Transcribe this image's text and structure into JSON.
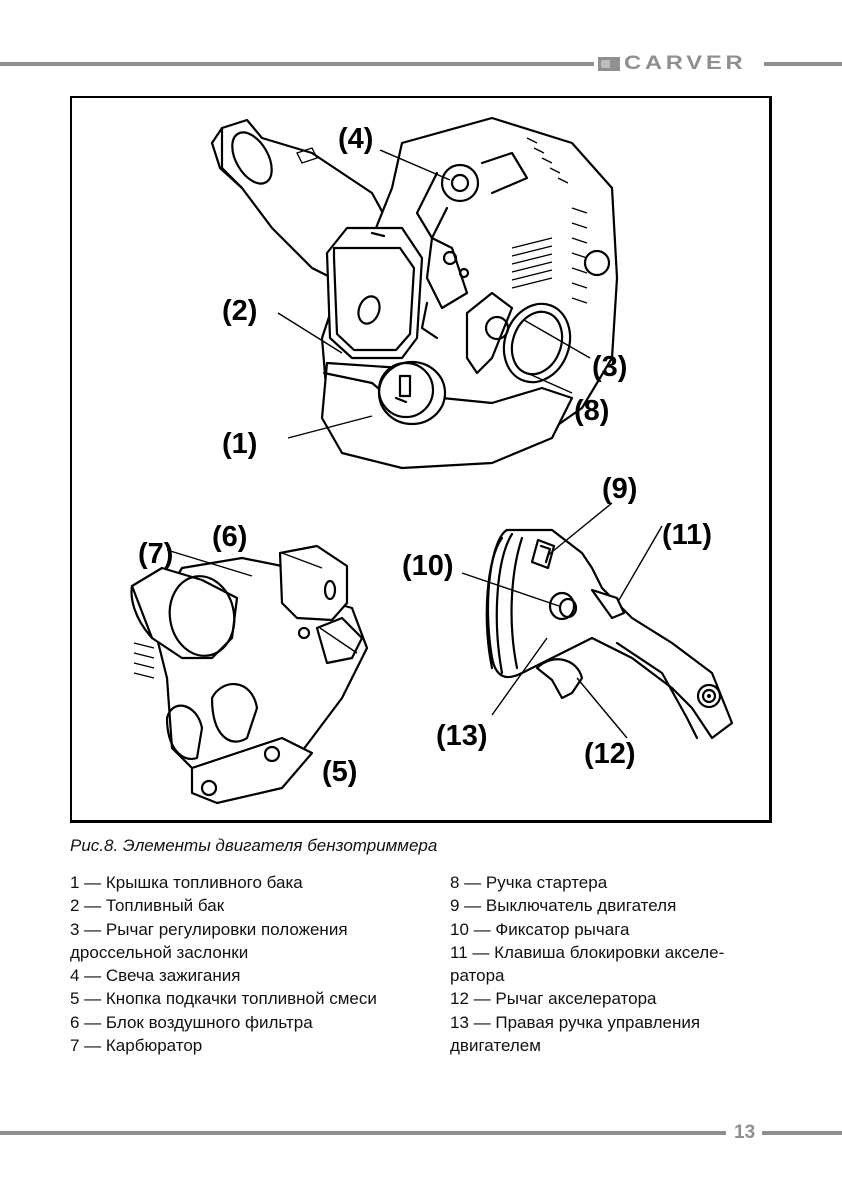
{
  "header": {
    "brand": "CARVER"
  },
  "figure": {
    "callouts": {
      "c1": "(1)",
      "c2": "(2)",
      "c3": "(3)",
      "c4": "(4)",
      "c5": "(5)",
      "c6": "(6)",
      "c7": "(7)",
      "c8": "(8)",
      "c9": "(9)",
      "c10": "(10)",
      "c11": "(11)",
      "c12": "(12)",
      "c13": "(13)"
    },
    "caption": "Рис.8. Элементы двигателя бензотриммера"
  },
  "legend": {
    "left": [
      "1 — Крышка топливного бака",
      "2 — Топливный бак",
      "3 — Рычаг регулировки положения дроссельной заслонки",
      "4 — Свеча зажигания",
      "5 — Кнопка подкачки топливной смеси",
      "6 — Блок воздушного фильтра",
      "7 — Карбюратор"
    ],
    "right": [
      "8 — Ручка стартера",
      "9 — Выключатель двигателя",
      "10 — Фиксатор рычага",
      "11 — Клавиша блокировки акселе-ратора",
      "12 — Рычаг акселератора",
      "13 — Правая ручка управления двигателем"
    ]
  },
  "footer": {
    "page_number": "13"
  }
}
